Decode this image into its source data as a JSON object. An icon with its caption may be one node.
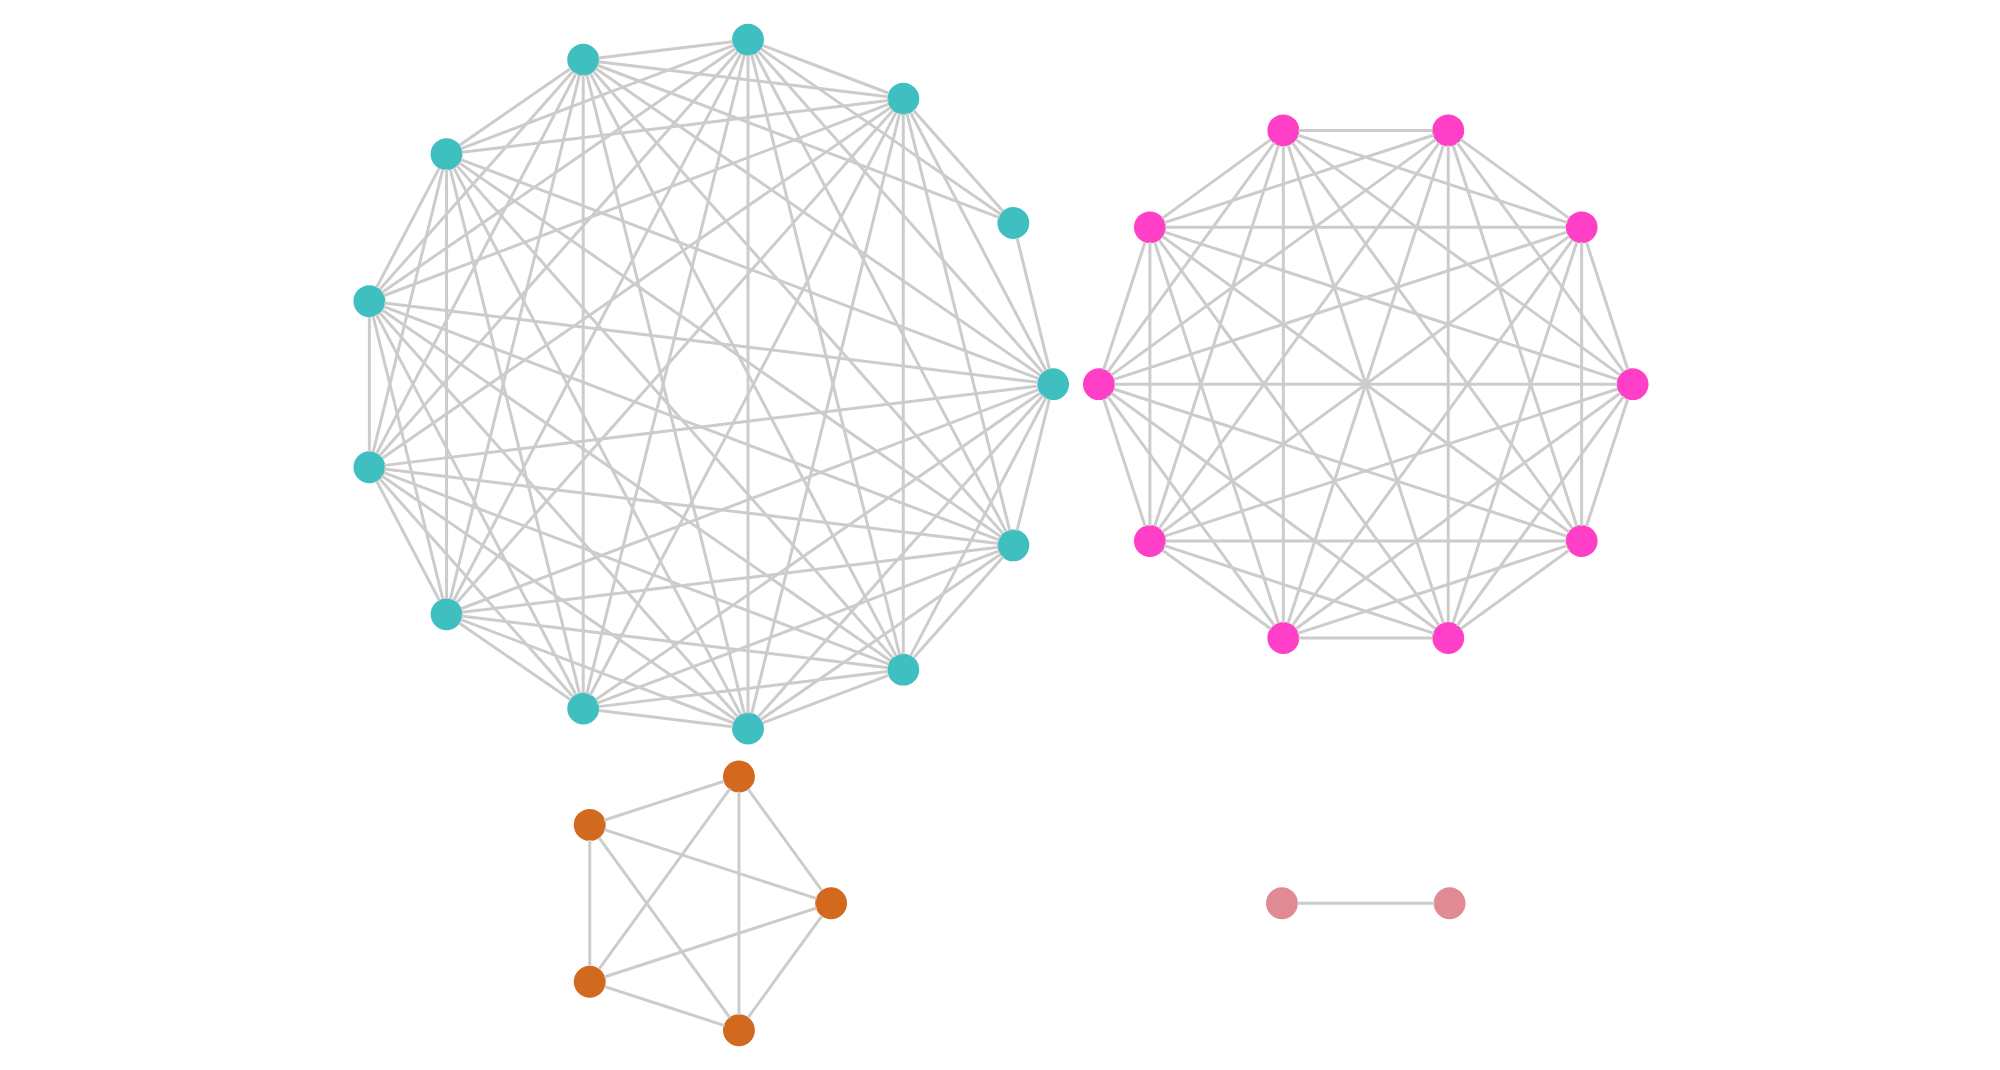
{
  "diagram": {
    "nodes": [
      {
        "text": [],
        "shape": "circle"
      },
      {
        "text": [],
        "shape": "circle"
      },
      {
        "text": [],
        "shape": "circle"
      },
      {
        "text": [],
        "shape": "circle"
      },
      {
        "text": [],
        "shape": "circle"
      },
      {
        "text": [],
        "shape": "circle"
      },
      {
        "text": [],
        "shape": "circle"
      },
      {
        "text": [],
        "shape": "circle"
      },
      {
        "text": [],
        "shape": "circle"
      },
      {
        "text": [],
        "shape": "circle"
      },
      {
        "text": [],
        "shape": "circle"
      },
      {
        "text": [],
        "shape": "circle"
      },
      {
        "text": [],
        "shape": "circle"
      },
      {
        "text": [],
        "shape": "circle"
      },
      {
        "text": [],
        "shape": "circle"
      },
      {
        "text": [],
        "shape": "circle"
      },
      {
        "text": [],
        "shape": "circle"
      },
      {
        "text": [],
        "shape": "circle"
      },
      {
        "text": [],
        "shape": "circle"
      },
      {
        "text": [],
        "shape": "circle"
      },
      {
        "text": [],
        "shape": "circle"
      },
      {
        "text": [],
        "shape": "circle"
      },
      {
        "text": [],
        "shape": "circle"
      },
      {
        "text": [],
        "shape": "circle"
      },
      {
        "text": [],
        "shape": "circle"
      },
      {
        "text": [],
        "shape": "circle"
      },
      {
        "text": [],
        "shape": "circle"
      },
      {
        "text": [],
        "shape": "circle"
      },
      {
        "text": [],
        "shape": "circle"
      },
      {
        "text": [],
        "shape": "circle"
      }
    ],
    "edges": [
      {
        "from": 0,
        "to": 1,
        "arrow": "none"
      },
      {
        "from": 0,
        "to": 2,
        "arrow": "none"
      },
      {
        "from": 0,
        "to": 3,
        "arrow": "none"
      },
      {
        "from": 0,
        "to": 4,
        "arrow": "none"
      },
      {
        "from": 0,
        "to": 5,
        "arrow": "none"
      },
      {
        "from": 0,
        "to": 6,
        "arrow": "none"
      },
      {
        "from": 0,
        "to": 7,
        "arrow": "none"
      },
      {
        "from": 0,
        "to": 8,
        "arrow": "none"
      },
      {
        "from": 0,
        "to": 9,
        "arrow": "none"
      },
      {
        "from": 0,
        "to": 10,
        "arrow": "none"
      },
      {
        "from": 0,
        "to": 11,
        "arrow": "none"
      },
      {
        "from": 1,
        "to": 2,
        "arrow": "none"
      },
      {
        "from": 1,
        "to": 3,
        "arrow": "none"
      },
      {
        "from": 1,
        "to": 4,
        "arrow": "none"
      },
      {
        "from": 1,
        "to": 5,
        "arrow": "none"
      },
      {
        "from": 1,
        "to": 6,
        "arrow": "none"
      },
      {
        "from": 1,
        "to": 7,
        "arrow": "none"
      },
      {
        "from": 1,
        "to": 8,
        "arrow": "none"
      },
      {
        "from": 1,
        "to": 9,
        "arrow": "none"
      },
      {
        "from": 1,
        "to": 10,
        "arrow": "none"
      },
      {
        "from": 1,
        "to": 11,
        "arrow": "none"
      },
      {
        "from": 2,
        "to": 3,
        "arrow": "none"
      },
      {
        "from": 2,
        "to": 4,
        "arrow": "none"
      },
      {
        "from": 2,
        "to": 5,
        "arrow": "none"
      },
      {
        "from": 2,
        "to": 6,
        "arrow": "none"
      },
      {
        "from": 2,
        "to": 7,
        "arrow": "none"
      },
      {
        "from": 2,
        "to": 8,
        "arrow": "none"
      },
      {
        "from": 2,
        "to": 9,
        "arrow": "none"
      },
      {
        "from": 2,
        "to": 10,
        "arrow": "none"
      },
      {
        "from": 2,
        "to": 11,
        "arrow": "none"
      },
      {
        "from": 3,
        "to": 4,
        "arrow": "none"
      },
      {
        "from": 3,
        "to": 5,
        "arrow": "none"
      },
      {
        "from": 3,
        "to": 6,
        "arrow": "none"
      },
      {
        "from": 3,
        "to": 7,
        "arrow": "none"
      },
      {
        "from": 3,
        "to": 8,
        "arrow": "none"
      },
      {
        "from": 3,
        "to": 9,
        "arrow": "none"
      },
      {
        "from": 3,
        "to": 10,
        "arrow": "none"
      },
      {
        "from": 3,
        "to": 11,
        "arrow": "none"
      },
      {
        "from": 4,
        "to": 5,
        "arrow": "none"
      },
      {
        "from": 4,
        "to": 6,
        "arrow": "none"
      },
      {
        "from": 4,
        "to": 7,
        "arrow": "none"
      },
      {
        "from": 4,
        "to": 8,
        "arrow": "none"
      },
      {
        "from": 4,
        "to": 9,
        "arrow": "none"
      },
      {
        "from": 4,
        "to": 10,
        "arrow": "none"
      },
      {
        "from": 4,
        "to": 11,
        "arrow": "none"
      },
      {
        "from": 5,
        "to": 6,
        "arrow": "none"
      },
      {
        "from": 5,
        "to": 7,
        "arrow": "none"
      },
      {
        "from": 5,
        "to": 8,
        "arrow": "none"
      },
      {
        "from": 5,
        "to": 9,
        "arrow": "none"
      },
      {
        "from": 5,
        "to": 10,
        "arrow": "none"
      },
      {
        "from": 5,
        "to": 11,
        "arrow": "none"
      },
      {
        "from": 6,
        "to": 7,
        "arrow": "none"
      },
      {
        "from": 6,
        "to": 8,
        "arrow": "none"
      },
      {
        "from": 6,
        "to": 9,
        "arrow": "none"
      },
      {
        "from": 6,
        "to": 10,
        "arrow": "none"
      },
      {
        "from": 6,
        "to": 11,
        "arrow": "none"
      },
      {
        "from": 7,
        "to": 8,
        "arrow": "none"
      },
      {
        "from": 7,
        "to": 9,
        "arrow": "none"
      },
      {
        "from": 7,
        "to": 10,
        "arrow": "none"
      },
      {
        "from": 7,
        "to": 11,
        "arrow": "none"
      },
      {
        "from": 8,
        "to": 9,
        "arrow": "none"
      },
      {
        "from": 8,
        "to": 10,
        "arrow": "none"
      },
      {
        "from": 8,
        "to": 11,
        "arrow": "none"
      },
      {
        "from": 9,
        "to": 10,
        "arrow": "none"
      },
      {
        "from": 9,
        "to": 11,
        "arrow": "none"
      },
      {
        "from": 10,
        "to": 11,
        "arrow": "none"
      },
      {
        "from": 7,
        "to": 12,
        "arrow": "none"
      },
      {
        "from": 9,
        "to": 12,
        "arrow": "none"
      },
      {
        "from": 10,
        "to": 12,
        "arrow": "none"
      },
      {
        "from": 11,
        "to": 12,
        "arrow": "none"
      },
      {
        "from": 13,
        "to": 14,
        "arrow": "none"
      },
      {
        "from": 13,
        "to": 15,
        "arrow": "none"
      },
      {
        "from": 13,
        "to": 16,
        "arrow": "none"
      },
      {
        "from": 13,
        "to": 17,
        "arrow": "none"
      },
      {
        "from": 13,
        "to": 18,
        "arrow": "none"
      },
      {
        "from": 13,
        "to": 19,
        "arrow": "none"
      },
      {
        "from": 13,
        "to": 20,
        "arrow": "none"
      },
      {
        "from": 13,
        "to": 21,
        "arrow": "none"
      },
      {
        "from": 13,
        "to": 22,
        "arrow": "none"
      },
      {
        "from": 14,
        "to": 15,
        "arrow": "none"
      },
      {
        "from": 14,
        "to": 16,
        "arrow": "none"
      },
      {
        "from": 14,
        "to": 17,
        "arrow": "none"
      },
      {
        "from": 14,
        "to": 18,
        "arrow": "none"
      },
      {
        "from": 14,
        "to": 19,
        "arrow": "none"
      },
      {
        "from": 14,
        "to": 20,
        "arrow": "none"
      },
      {
        "from": 14,
        "to": 21,
        "arrow": "none"
      },
      {
        "from": 14,
        "to": 22,
        "arrow": "none"
      },
      {
        "from": 15,
        "to": 16,
        "arrow": "none"
      },
      {
        "from": 15,
        "to": 17,
        "arrow": "none"
      },
      {
        "from": 15,
        "to": 18,
        "arrow": "none"
      },
      {
        "from": 15,
        "to": 19,
        "arrow": "none"
      },
      {
        "from": 15,
        "to": 20,
        "arrow": "none"
      },
      {
        "from": 15,
        "to": 21,
        "arrow": "none"
      },
      {
        "from": 15,
        "to": 22,
        "arrow": "none"
      },
      {
        "from": 16,
        "to": 17,
        "arrow": "none"
      },
      {
        "from": 16,
        "to": 18,
        "arrow": "none"
      },
      {
        "from": 16,
        "to": 19,
        "arrow": "none"
      },
      {
        "from": 16,
        "to": 20,
        "arrow": "none"
      },
      {
        "from": 16,
        "to": 21,
        "arrow": "none"
      },
      {
        "from": 16,
        "to": 22,
        "arrow": "none"
      },
      {
        "from": 17,
        "to": 18,
        "arrow": "none"
      },
      {
        "from": 17,
        "to": 19,
        "arrow": "none"
      },
      {
        "from": 17,
        "to": 20,
        "arrow": "none"
      },
      {
        "from": 17,
        "to": 21,
        "arrow": "none"
      },
      {
        "from": 17,
        "to": 22,
        "arrow": "none"
      },
      {
        "from": 18,
        "to": 19,
        "arrow": "none"
      },
      {
        "from": 18,
        "to": 20,
        "arrow": "none"
      },
      {
        "from": 18,
        "to": 21,
        "arrow": "none"
      },
      {
        "from": 18,
        "to": 22,
        "arrow": "none"
      },
      {
        "from": 19,
        "to": 20,
        "arrow": "none"
      },
      {
        "from": 19,
        "to": 21,
        "arrow": "none"
      },
      {
        "from": 19,
        "to": 22,
        "arrow": "none"
      },
      {
        "from": 20,
        "to": 21,
        "arrow": "none"
      },
      {
        "from": 20,
        "to": 22,
        "arrow": "none"
      },
      {
        "from": 21,
        "to": 22,
        "arrow": "none"
      },
      {
        "from": 23,
        "to": 24,
        "arrow": "none"
      },
      {
        "from": 23,
        "to": 25,
        "arrow": "none"
      },
      {
        "from": 23,
        "to": 26,
        "arrow": "none"
      },
      {
        "from": 23,
        "to": 27,
        "arrow": "none"
      },
      {
        "from": 24,
        "to": 25,
        "arrow": "none"
      },
      {
        "from": 24,
        "to": 26,
        "arrow": "none"
      },
      {
        "from": 24,
        "to": 27,
        "arrow": "none"
      },
      {
        "from": 25,
        "to": 26,
        "arrow": "none"
      },
      {
        "from": 25,
        "to": 27,
        "arrow": "none"
      },
      {
        "from": 26,
        "to": 27,
        "arrow": "none"
      },
      {
        "from": 28,
        "to": 29,
        "arrow": "none"
      }
    ]
  }
}
